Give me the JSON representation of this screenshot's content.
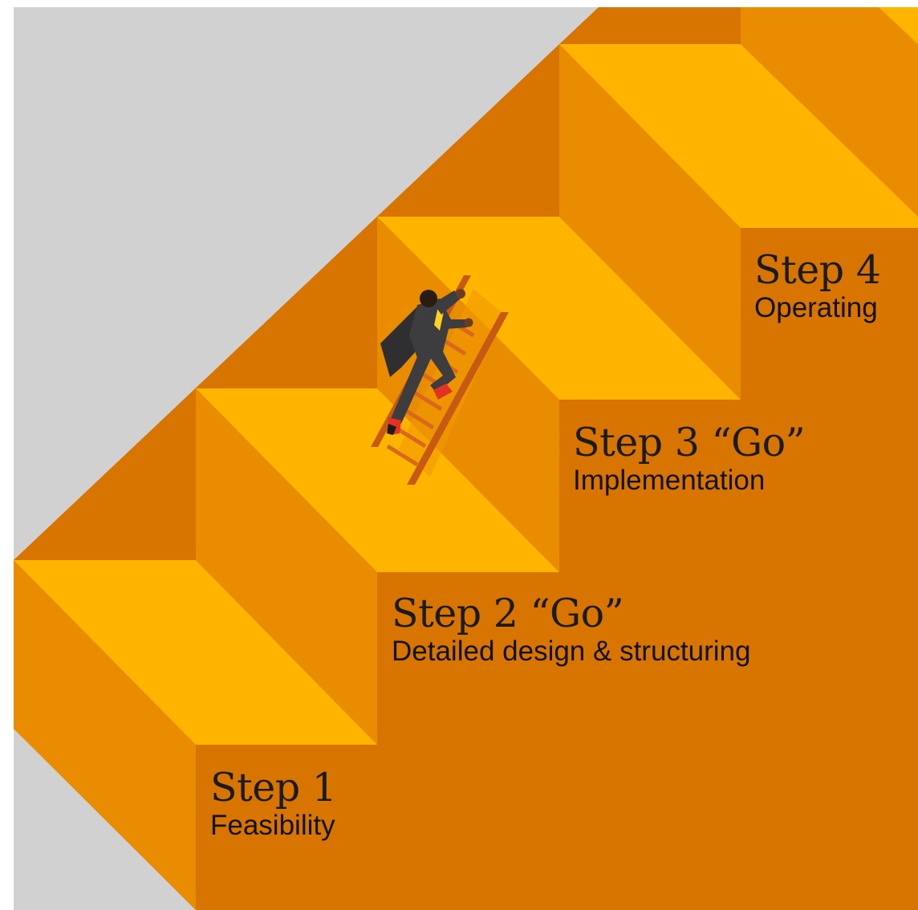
{
  "diagram": {
    "colors": {
      "background": "#ffffff",
      "sky": "#d1d1d1",
      "riser": "#d87500",
      "tread": "#ffb400",
      "side_wall": "#ea8c00",
      "bridge": "#f09a00",
      "ladder": "#c75a12",
      "ladder_rung": "#d8681c",
      "figure_suit": "#3a3a3c",
      "figure_tie": "#ffd21f",
      "figure_shoe": "#e23224"
    },
    "steps": [
      {
        "title": "Step 1",
        "subtitle": "Feasibility"
      },
      {
        "title": "Step 2 “Go”",
        "subtitle": "Detailed design & structuring"
      },
      {
        "title": "Step 3 “Go”",
        "subtitle": "Implementation"
      },
      {
        "title": "Step 4",
        "subtitle": "Operating"
      }
    ]
  }
}
